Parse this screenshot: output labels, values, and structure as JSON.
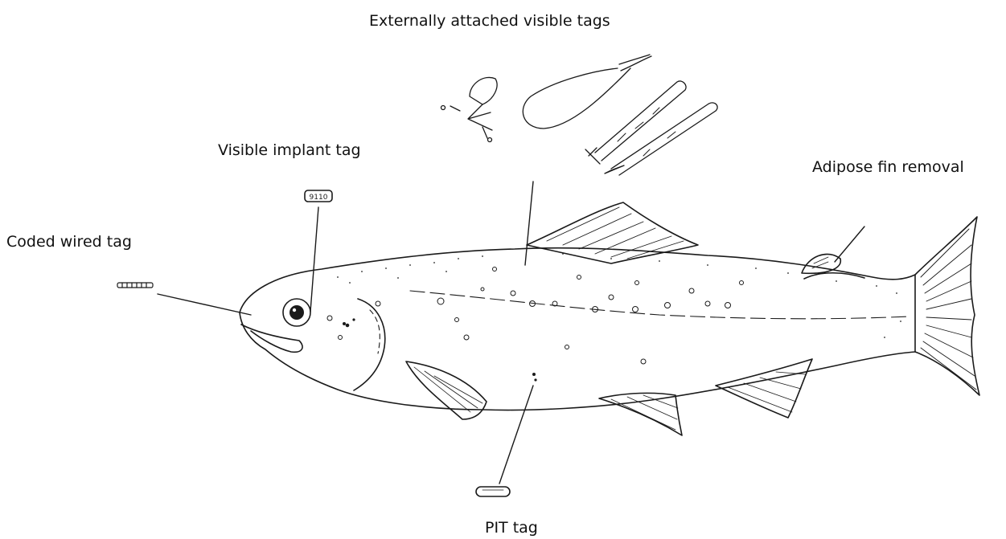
{
  "labels": {
    "external_tags": "Externally attached visible tags",
    "implant_tag": "Visible implant tag",
    "adipose": "Adipose fin removal",
    "coded_wire": "Coded wired tag",
    "pit": "PIT tag"
  },
  "implant_tag_text": "9110",
  "colors": {
    "ink": "#1a1a1a",
    "background": "#ffffff"
  }
}
